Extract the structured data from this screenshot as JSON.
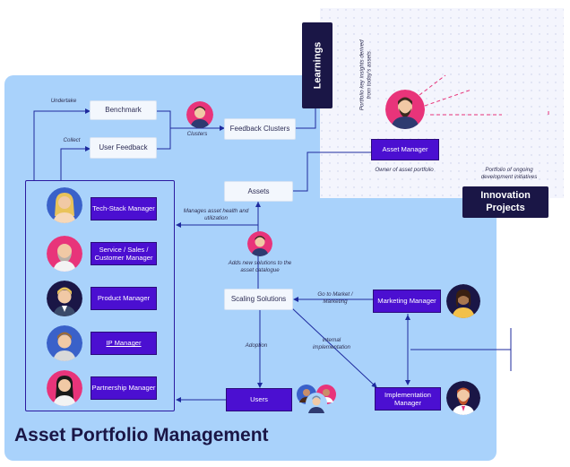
{
  "title": "Asset Portfolio Management",
  "learnings": "Learnings",
  "learnings_caption": "Portfolio key insights derived from today's assets",
  "innovation_projects": "Innovation Projects",
  "asset_manager": "Asset Manager",
  "asset_manager_caption": "Owner of asset portfolio",
  "innovation_caption": "Portfolio of ongoing development initiatives",
  "nodes": {
    "benchmark": "Benchmark",
    "user_feedback": "User Feedback",
    "feedback_clusters": "Feedback Clusters",
    "assets": "Assets",
    "scaling_solutions": "Scaling Solutions",
    "users": "Users"
  },
  "edge_labels": {
    "undertake": "Undertake",
    "collect": "Collect",
    "clusters": "Clusters",
    "manages": "Manages asset health and utilization",
    "adds": "Adds new solutions to the asset catalogue",
    "go_to_market": "Go to Market / Marketing",
    "adoption": "Adoption",
    "internal": "internal implementation"
  },
  "roles": [
    {
      "label": "Tech-Stack Manager",
      "avatar": "avatar-woman-blonde"
    },
    {
      "label": "Service / Sales / Customer Manager",
      "avatar": "avatar-man-bald-beard"
    },
    {
      "label": "Product Manager",
      "avatar": "avatar-man-blonde"
    },
    {
      "label": "IP Manager",
      "avatar": "avatar-man-brown"
    },
    {
      "label": "Partnership Manager",
      "avatar": "avatar-woman-dark-hair"
    }
  ],
  "managers": {
    "marketing": "Marketing Manager",
    "implementation": "Implementation Manager"
  },
  "colors": {
    "panel": "#a9d2fb",
    "purple": "#4b0fd1",
    "navy": "#1a1646",
    "pink": "#e8347a",
    "blue": "#3a61c9"
  }
}
